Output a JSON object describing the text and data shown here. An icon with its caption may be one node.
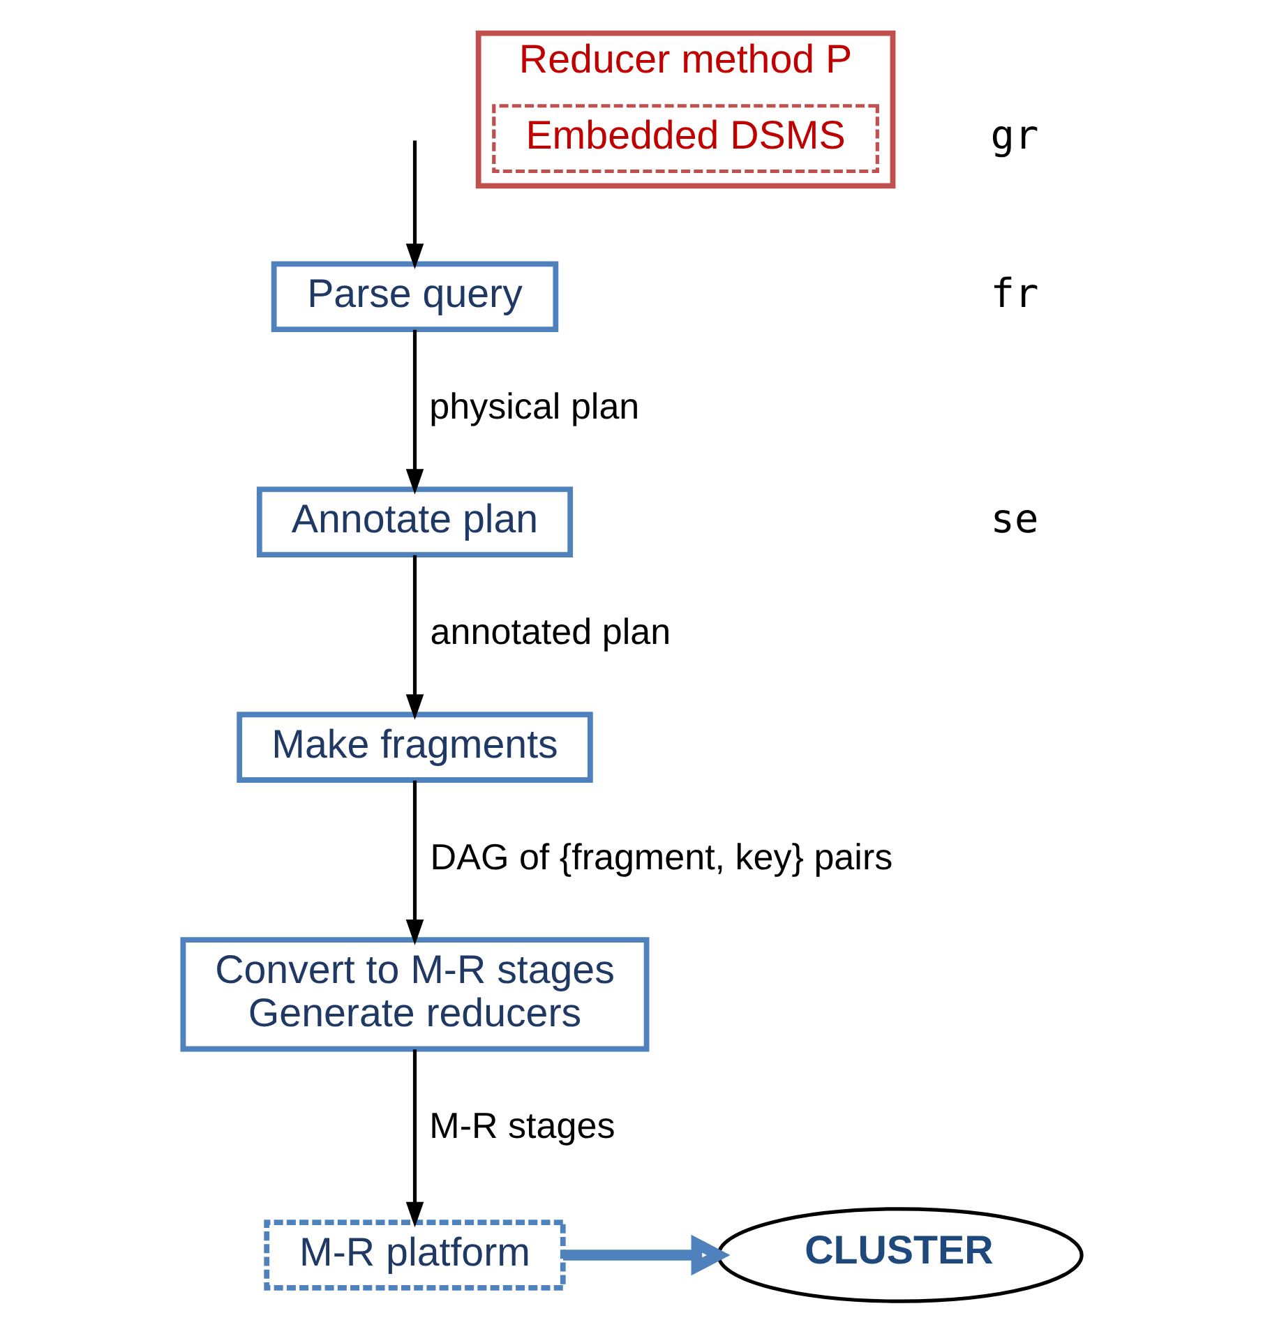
{
  "diagram": {
    "nodes": [
      {
        "text": [
          "Parse query"
        ]
      },
      {
        "text": [
          "Annotate plan"
        ]
      },
      {
        "text": [
          "Make fragments"
        ]
      },
      {
        "text": [
          "Convert to M-R stages",
          "Generate reducers"
        ]
      },
      {
        "text": [
          "Reducer method P"
        ]
      },
      {
        "text": [
          "Embedded DSMS"
        ],
        "in": 4
      },
      {
        "text": [
          "M-R platform"
        ]
      },
      {
        "text": [
          "CLUSTER"
        ]
      }
    ],
    "edges": [
      {
        "from": null,
        "to": 0,
        "arrow": "to"
      },
      {
        "from": 0,
        "to": 1,
        "arrow": "to",
        "label": "physical plan"
      },
      {
        "from": 1,
        "to": 2,
        "arrow": "to",
        "label": "annotated plan"
      },
      {
        "from": 2,
        "to": 3,
        "arrow": "to",
        "label": "DAG of {fragment, key} pairs"
      },
      {
        "from": 3,
        "to": 6,
        "arrow": "to",
        "label": "M-R stages"
      },
      {
        "from": 6,
        "to": 7,
        "arrow": "to",
        "style": "thick",
        "color": "#4f81bd"
      }
    ],
    "labels": [
      "gr",
      "fr",
      "se"
    ]
  }
}
